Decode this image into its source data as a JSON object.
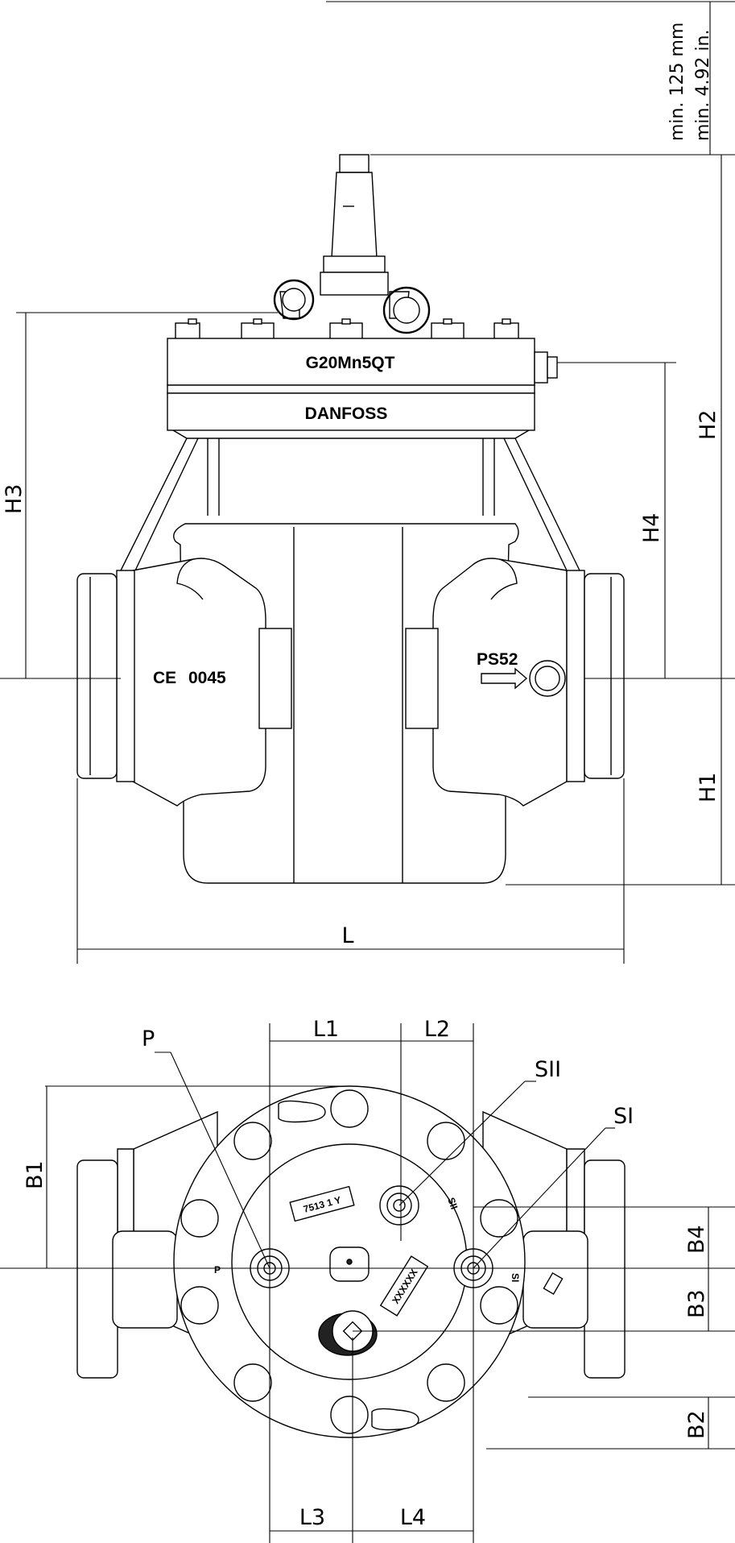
{
  "dimensions": {
    "H1": "H1",
    "H2": "H2",
    "H3": "H3",
    "H4": "H4",
    "L": "L",
    "L1": "L1",
    "L2": "L2",
    "L3": "L3",
    "L4": "L4",
    "B1": "B1",
    "B2": "B2",
    "B3": "B3",
    "B4": "B4"
  },
  "clearance": {
    "metric": "min. 125 mm",
    "imperial": "min. 4.92 in."
  },
  "markings": {
    "material": "G20Mn5QT",
    "brand": "DANFOSS",
    "ce": "CE",
    "notified_body": "0045",
    "port": "PS52",
    "top_port_p": "P",
    "top_port_sii": "SII",
    "top_port_si": "SI",
    "plate_1": "7513 1 Y",
    "plate_2": "XXXXXX"
  },
  "callouts": {
    "P": "P",
    "SII": "SII",
    "SI": "SI"
  }
}
